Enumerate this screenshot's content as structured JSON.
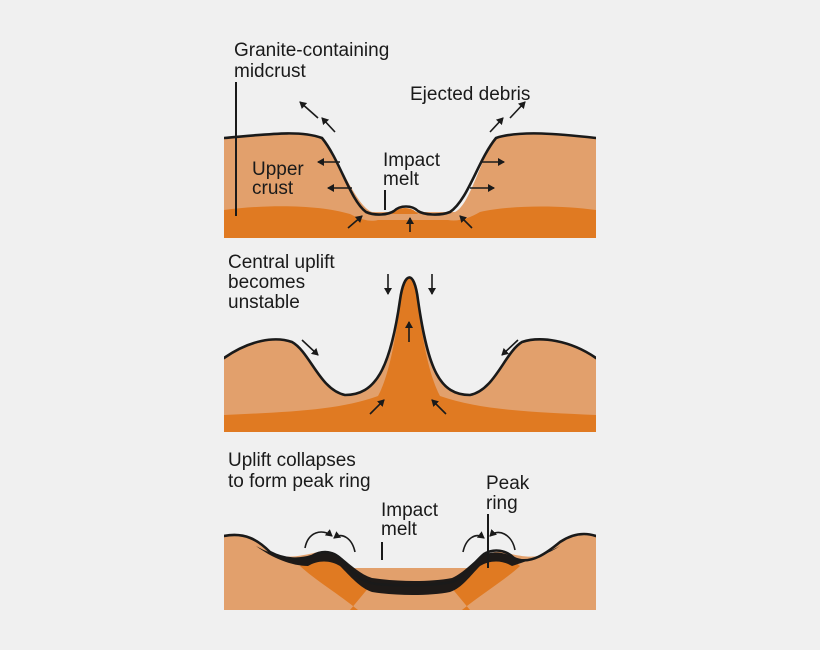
{
  "colors": {
    "background": "#f0f0f0",
    "upper_crust": "#e2a06c",
    "midcrust": "#e07a22",
    "impact_melt": "#1e1a18",
    "outline": "#1a1a1a"
  },
  "panel1": {
    "label_midcrust_line1": "Granite-containing",
    "label_midcrust_line2": "midcrust",
    "label_debris": "Ejected debris",
    "label_upper_line1": "Upper",
    "label_upper_line2": "crust",
    "label_melt_line1": "Impact",
    "label_melt_line2": "melt"
  },
  "panel2": {
    "label_line1": "Central uplift",
    "label_line2": "becomes",
    "label_line3": "unstable"
  },
  "panel3": {
    "label_line1": "Uplift collapses",
    "label_line2": "to form peak ring",
    "label_melt_line1": "Impact",
    "label_melt_line2": "melt",
    "label_peak_line1": "Peak",
    "label_peak_line2": "ring"
  }
}
